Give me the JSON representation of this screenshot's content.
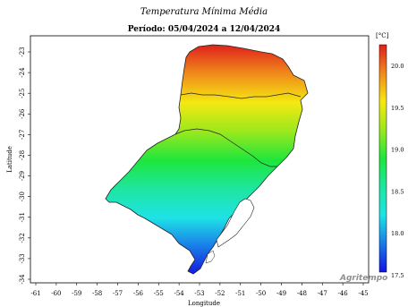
{
  "header": {
    "title": "Temperatura Mínima Média",
    "subtitle": "Período: 05/04/2024 a 12/04/2024"
  },
  "axes": {
    "x_label": "Longitude",
    "y_label": "Latitude",
    "x_ticks": [
      -61,
      -60,
      -59,
      -58,
      -57,
      -56,
      -55,
      -54,
      -53,
      -52,
      -51,
      -50,
      -49,
      -48,
      -47,
      -46,
      -45
    ],
    "y_ticks": [
      -23,
      -24,
      -25,
      -26,
      -27,
      -28,
      -29,
      -30,
      -31,
      -32,
      -33,
      -34
    ]
  },
  "legend": {
    "unit": "[°C]",
    "ticks": [
      "20.0",
      "19.5",
      "19.0",
      "18.5",
      "18.0",
      "17.5"
    ],
    "colors": [
      "#e0201c",
      "#f08a1a",
      "#f5e812",
      "#9be81c",
      "#1ee63c",
      "#1ee6a0",
      "#1ee2e6",
      "#1a7ae8",
      "#1414e0"
    ]
  },
  "branding": {
    "logo_text": "Agritempo"
  }
}
